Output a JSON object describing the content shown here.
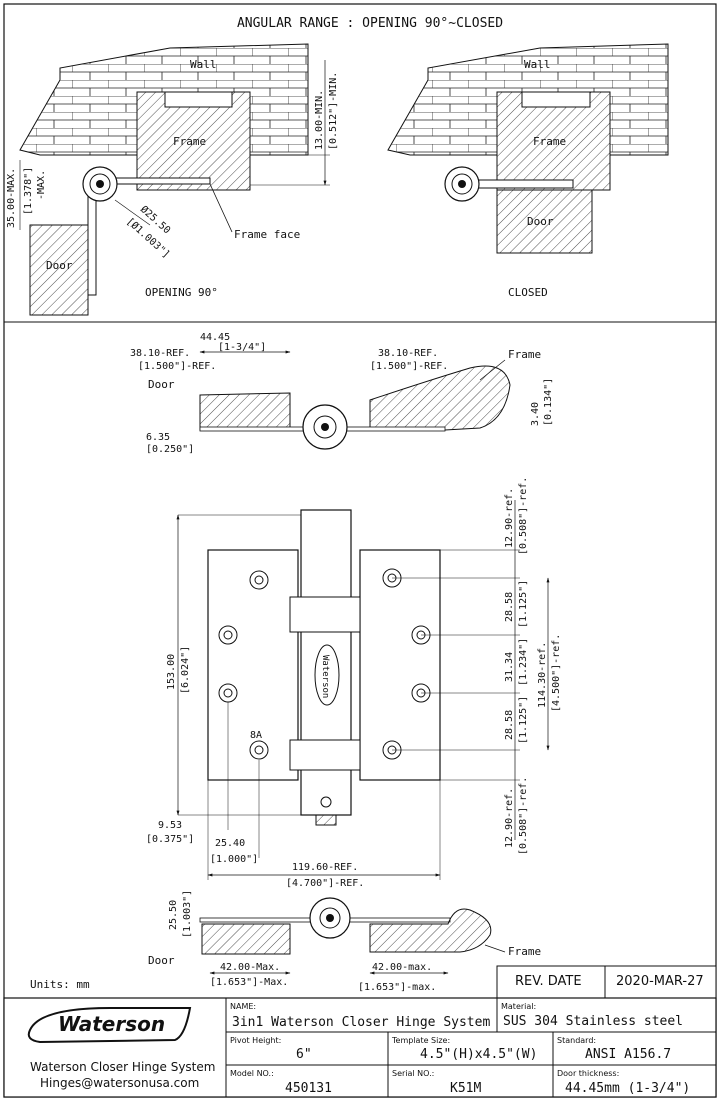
{
  "top_view": {
    "title": "ANGULAR RANGE : OPENING 90°~CLOSED",
    "left": {
      "wall": "Wall",
      "frame": "Frame",
      "door": "Door",
      "caption": "OPENING 90°",
      "frame_face": "Frame face",
      "dim_13": "13.00-MIN.",
      "dim_13_in": "[0.512\"]-MIN.",
      "dim_35": "35.00-MAX.",
      "dim_35_in": "[1.378\"]",
      "dim_35_in2": "-MAX.",
      "dim_dia": "Ø25.50",
      "dim_dia_in": "[Ø1.003\"]"
    },
    "right": {
      "wall": "Wall",
      "frame": "Frame",
      "door": "Door",
      "caption": "CLOSED"
    }
  },
  "front_view": {
    "top_section": {
      "d4445": "44.45",
      "d4445_in": "[1-3/4\"]",
      "d3810_l": "38.10-REF.",
      "d3810_l_in": "[1.500\"]-REF.",
      "d3810_r": "38.10-REF.",
      "d3810_r_in": "[1.500\"]-REF.",
      "door": "Door",
      "frame": "Frame",
      "d635": "6.35",
      "d635_in": "[0.250\"]",
      "d340": "3.40",
      "d340_in": "[0.134\"]"
    },
    "main": {
      "h153": "153.00",
      "h153_in": "[6.024\"]",
      "r1290t": "12.90-ref.",
      "r1290t_in": "[0.508\"]-ref.",
      "r2858a": "28.58",
      "r2858a_in": "[1.125\"]",
      "r3134": "31.34",
      "r3134_in": "[1.234\"]",
      "r2858b": "28.58",
      "r2858b_in": "[1.125\"]",
      "r11430": "114.30-ref.",
      "r11430_in": "[4.500\"]-ref.",
      "r1290b": "12.90-ref.",
      "r1290b_in": "[0.508\"]-ref.",
      "d953": "9.53",
      "d953_in": "[0.375\"]",
      "d2540": "25.40",
      "d2540_in": "[1.000\"]",
      "d11960": "119.60-REF.",
      "d11960_in": "[4.700\"]-REF.",
      "mark": "8A",
      "logo_text": "Waterson"
    },
    "bottom_section": {
      "d2550": "25.50",
      "d2550_in": "[1.003\"]",
      "door": "Door",
      "frame": "Frame",
      "d42l": "42.00-Max.",
      "d42l_in": "[1.653\"]-Max.",
      "d42r": "42.00-max.",
      "d42r_in": "[1.653\"]-max."
    }
  },
  "units": "Units: mm",
  "title_block": {
    "rev_label": "REV. DATE",
    "rev_date": "2020-MAR-27",
    "company_logo": "Waterson",
    "company_name": "Waterson Closer Hinge System",
    "company_email": "Hinges@watersonusa.com",
    "name_label": "NAME:",
    "name_value": "3in1 Waterson Closer Hinge System",
    "material_label": "Material:",
    "material_value": "SUS 304 Stainless steel",
    "pivot_label": "Pivot Height:",
    "pivot_value": "6\"",
    "template_label": "Template Size:",
    "template_value": "4.5\"(H)x4.5\"(W)",
    "standard_label": "Standard:",
    "standard_value": "ANSI A156.7",
    "model_label": "Model NO.:",
    "model_value": "450131",
    "serial_label": "Serial NO.:",
    "serial_value": "K51M",
    "thickness_label": "Door thickness:",
    "thickness_value": "44.45mm (1-3/4\")"
  }
}
